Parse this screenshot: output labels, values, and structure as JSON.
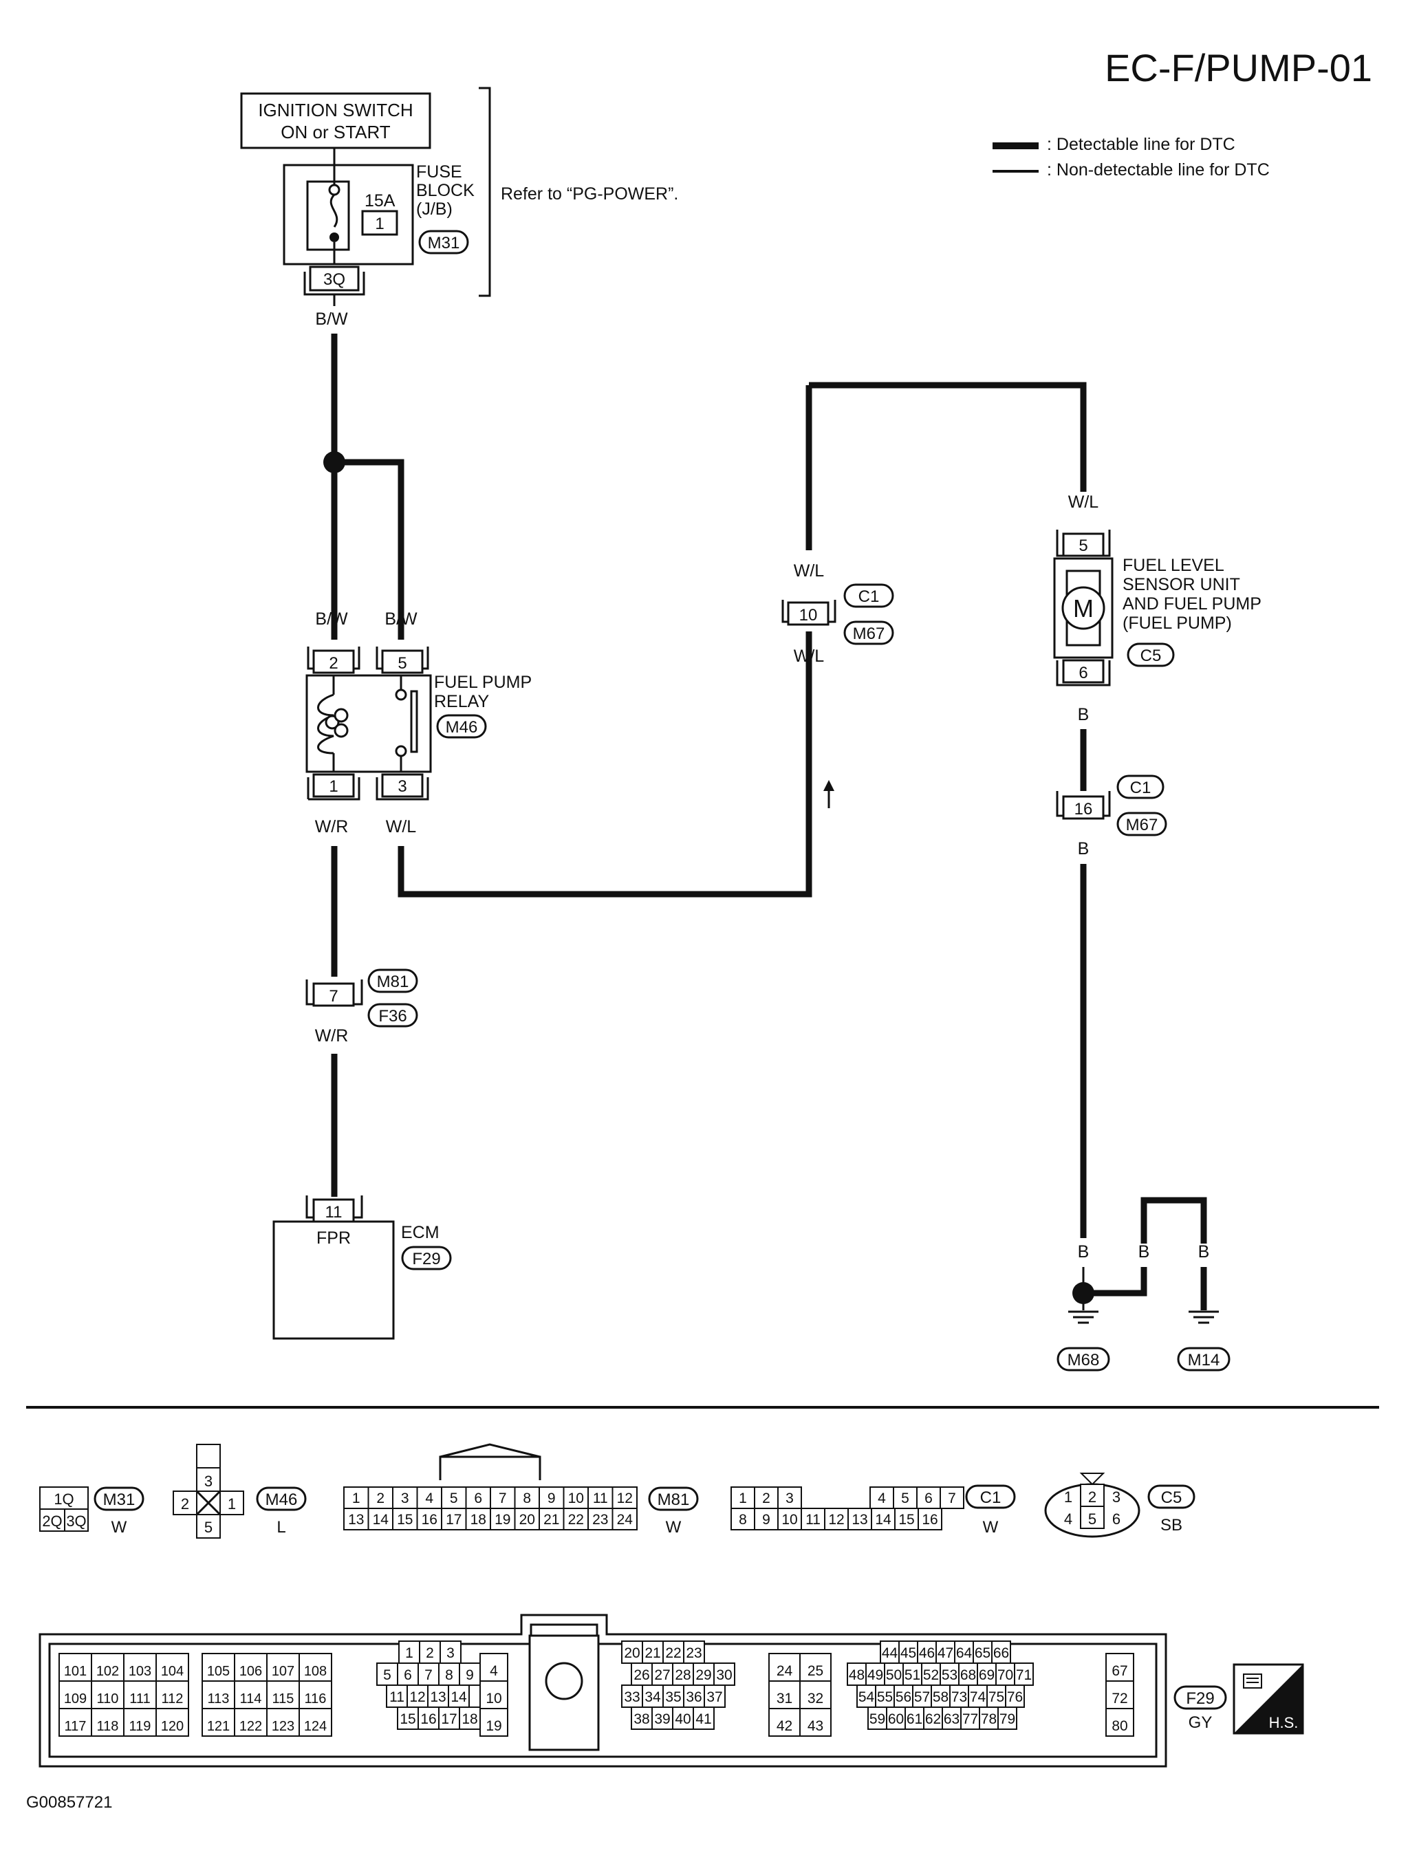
{
  "page_title": "EC-F/PUMP-01",
  "figure_id": "G00857721",
  "legend": {
    "detectable": ": Detectable line for DTC",
    "non_detectable": ": Non-detectable line for DTC"
  },
  "ignition": {
    "line1": "IGNITION SWITCH",
    "line2": "ON or START"
  },
  "fuse_block": {
    "label": [
      "FUSE",
      "BLOCK",
      "(J/B)"
    ],
    "rating": "15A",
    "fuse_no": "1",
    "connector": "M31",
    "terminal": "3Q",
    "refer": "Refer to “PG-POWER”."
  },
  "wires": {
    "bw": "B/W",
    "wl": "W/L",
    "wr": "W/R",
    "b": "B"
  },
  "relay": {
    "label": [
      "FUEL PUMP",
      "RELAY"
    ],
    "connector": "M46",
    "pins": {
      "p2": "2",
      "p5": "5",
      "p1": "1",
      "p3": "3"
    }
  },
  "joint_c1_m67": {
    "top": "C1",
    "pin": "10",
    "bottom": "M67"
  },
  "joint_c1_m67_b": {
    "top": "C1",
    "pin": "16",
    "bottom": "M67"
  },
  "joint_m81_f36": {
    "top": "M81",
    "pin": "7",
    "bottom": "F36"
  },
  "fuel_pump": {
    "label": [
      "FUEL LEVEL",
      "SENSOR UNIT",
      "AND FUEL PUMP",
      "(FUEL PUMP)"
    ],
    "connector": "C5",
    "pin_top": "5",
    "pin_bottom": "6",
    "motor": "M"
  },
  "ecm": {
    "label": "ECM",
    "connector": "F29",
    "pin": "11",
    "terminal_name": "FPR"
  },
  "grounds": {
    "g1": "M68",
    "g2": "M14"
  },
  "connector_views": {
    "m31": {
      "cells_top": [
        "1Q"
      ],
      "cells_bottom": [
        "2Q",
        "3Q"
      ],
      "id": "M31",
      "color": "W"
    },
    "m46": {
      "pins": [
        "3",
        "2",
        "1",
        "5"
      ],
      "id": "M46",
      "color": "L"
    },
    "m81": {
      "row1": [
        "1",
        "2",
        "3",
        "4",
        "5",
        "6",
        "7",
        "8",
        "9",
        "10",
        "11",
        "12"
      ],
      "row2": [
        "13",
        "14",
        "15",
        "16",
        "17",
        "18",
        "19",
        "20",
        "21",
        "22",
        "23",
        "24"
      ],
      "id": "M81",
      "color": "W"
    },
    "c1": {
      "row1": [
        "1",
        "2",
        "3",
        "4",
        "5",
        "6",
        "7"
      ],
      "row2": [
        "8",
        "9",
        "10",
        "11",
        "12",
        "13",
        "14",
        "15",
        "16"
      ],
      "id": "C1",
      "color": "W"
    },
    "c5": {
      "pins": [
        "1",
        "2",
        "3",
        "4",
        "5",
        "6"
      ],
      "id": "C5",
      "color": "SB"
    },
    "f29": {
      "block1": [
        [
          "101",
          "102",
          "103",
          "104"
        ],
        [
          "109",
          "110",
          "111",
          "112"
        ],
        [
          "117",
          "118",
          "119",
          "120"
        ]
      ],
      "block2": [
        [
          "105",
          "106",
          "107",
          "108"
        ],
        [
          "113",
          "114",
          "115",
          "116"
        ],
        [
          "121",
          "122",
          "123",
          "124"
        ]
      ],
      "block3": [
        [
          "1",
          "2",
          "3"
        ],
        [
          "5",
          "6",
          "7",
          "8",
          "9"
        ],
        [
          "11",
          "12",
          "13",
          "14"
        ],
        [
          "15",
          "16",
          "17",
          "18"
        ]
      ],
      "block4": [
        "4",
        "10",
        "19"
      ],
      "block5": [
        [
          "20",
          "21",
          "22",
          "23"
        ],
        [
          "26",
          "27",
          "28",
          "29",
          "30"
        ],
        [
          "33",
          "34",
          "35",
          "36",
          "37"
        ],
        [
          "38",
          "39",
          "40",
          "41"
        ]
      ],
      "block6": [
        [
          "24",
          "25"
        ],
        [
          "31",
          "32"
        ],
        [
          "42",
          "43"
        ]
      ],
      "block7": [
        [
          "44",
          "45",
          "46",
          "47",
          "64",
          "65",
          "66"
        ],
        [
          "48",
          "49",
          "50",
          "51",
          "52",
          "53",
          "68",
          "69",
          "70",
          "71"
        ],
        [
          "54",
          "55",
          "56",
          "57",
          "58",
          "73",
          "74",
          "75",
          "76"
        ],
        [
          "59",
          "60",
          "61",
          "62",
          "63",
          "77",
          "78",
          "79"
        ]
      ],
      "block8": [
        "67",
        "72",
        "80"
      ],
      "id": "F29",
      "color": "GY"
    },
    "hs": "H.S."
  }
}
